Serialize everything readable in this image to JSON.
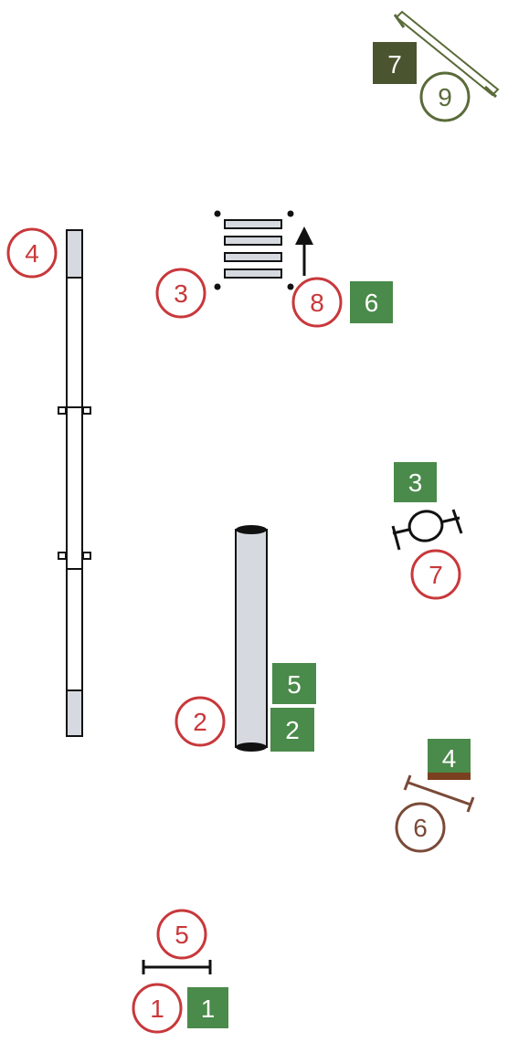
{
  "course": {
    "colors": {
      "circle_red": "#c8383b",
      "circle_brown": "#7a4a38",
      "circle_olive": "#5a6b3a",
      "square_green": "#4a8a4a",
      "square_dark": "#4a5530",
      "square_brown_stripe": "#7a4020",
      "tunnel_fill": "#d6dae0",
      "dogwalk_plank": "#d6dae0",
      "ink": "#111111"
    },
    "obstacles": [
      {
        "kind": "dogwalk",
        "name": "dogwalk"
      },
      {
        "kind": "tunnel",
        "name": "tunnel"
      },
      {
        "kind": "table",
        "name": "pause-table"
      },
      {
        "kind": "tire",
        "name": "tire-jump"
      },
      {
        "kind": "bar",
        "name": "bar-jump-bottom"
      },
      {
        "kind": "bar",
        "name": "bar-jump-right"
      },
      {
        "kind": "bar",
        "name": "bar-jump-top"
      }
    ],
    "circle_numbers": {
      "n1": "1",
      "n2": "2",
      "n3": "3",
      "n4": "4",
      "n5": "5",
      "n6": "6",
      "n7": "7",
      "n8": "8",
      "n9": "9"
    },
    "square_numbers": {
      "s1": "1",
      "s2": "2",
      "s3": "3",
      "s4": "4",
      "s5": "5",
      "s6": "6",
      "s7": "7"
    }
  }
}
